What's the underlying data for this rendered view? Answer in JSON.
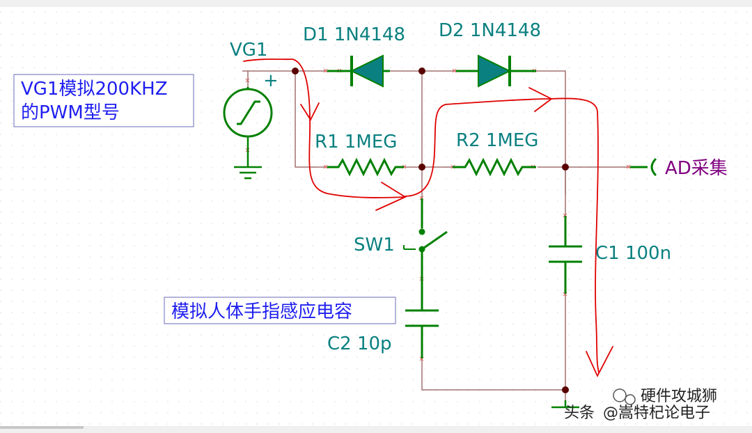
{
  "source_label": "VG1",
  "polarity_sign": "+",
  "diodes": [
    {
      "ref": "D1",
      "part": "1N4148",
      "label": "D1 1N4148"
    },
    {
      "ref": "D2",
      "part": "1N4148",
      "label": "D2 1N4148"
    }
  ],
  "resistors": [
    {
      "ref": "R1",
      "value": "1MEG",
      "label": "R1 1MEG"
    },
    {
      "ref": "R2",
      "value": "1MEG",
      "label": "R2 1MEG"
    }
  ],
  "switch_label": "SW1",
  "capacitors": [
    {
      "ref": "C1",
      "value": "100n",
      "label": "C1 100n"
    },
    {
      "ref": "C2",
      "value": "10p",
      "label": "C2 10p"
    }
  ],
  "port_label": "AD采集",
  "notes": {
    "source_note_line1": "VG1模拟200KHZ",
    "source_note_line2": "的PWM型号",
    "cap_note": "模拟人体手指感应电容"
  },
  "watermark": {
    "channel": "硬件攻城狮",
    "platform": "头条",
    "account": "@嵩特杞论电子"
  },
  "colors": {
    "wire": "#a07070",
    "component": "#008000",
    "label": "#0a8080",
    "note_text": "#1e1ef0",
    "port": "#800080",
    "annotation": "#e00000",
    "node": "#5a0000",
    "background": "#ffffff"
  }
}
